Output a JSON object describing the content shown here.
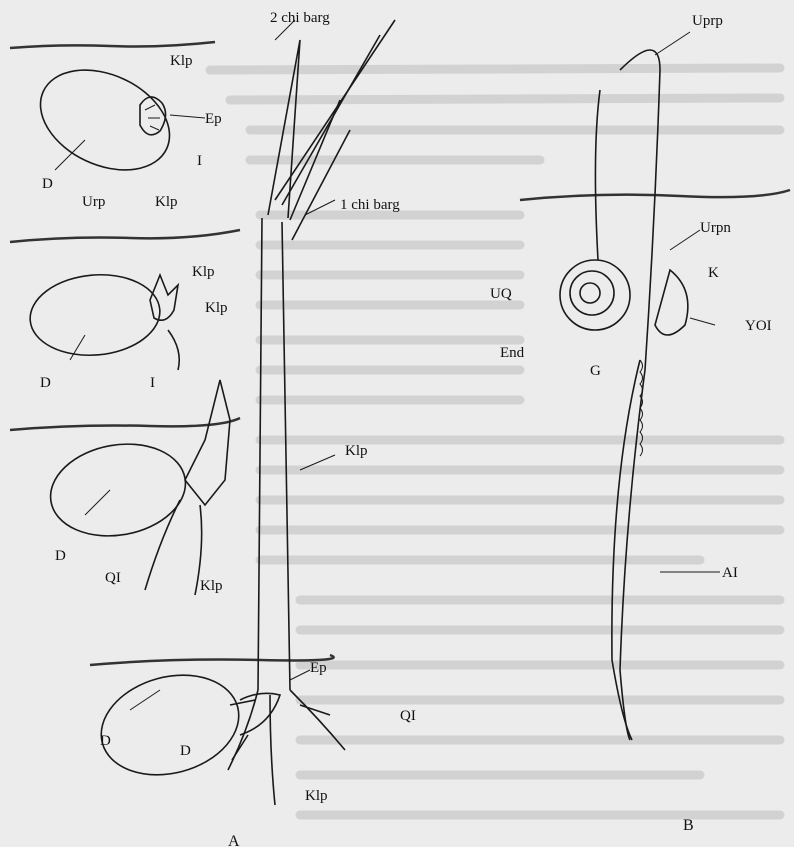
{
  "labels": {
    "chi_barg_2": "2 chi barg",
    "chi_barg_1": "1 chi barg",
    "uprp": "Uprp",
    "urpn": "Urpn",
    "k": "K",
    "yoi": "YOI",
    "uq": "UQ",
    "end": "End",
    "g": "G",
    "ai": "AI",
    "urp": "Urp",
    "klp": "Klp",
    "ep": "Ep",
    "i": "I",
    "d": "D",
    "qi": "QI",
    "fig_a": "A",
    "fig_b": "B"
  }
}
